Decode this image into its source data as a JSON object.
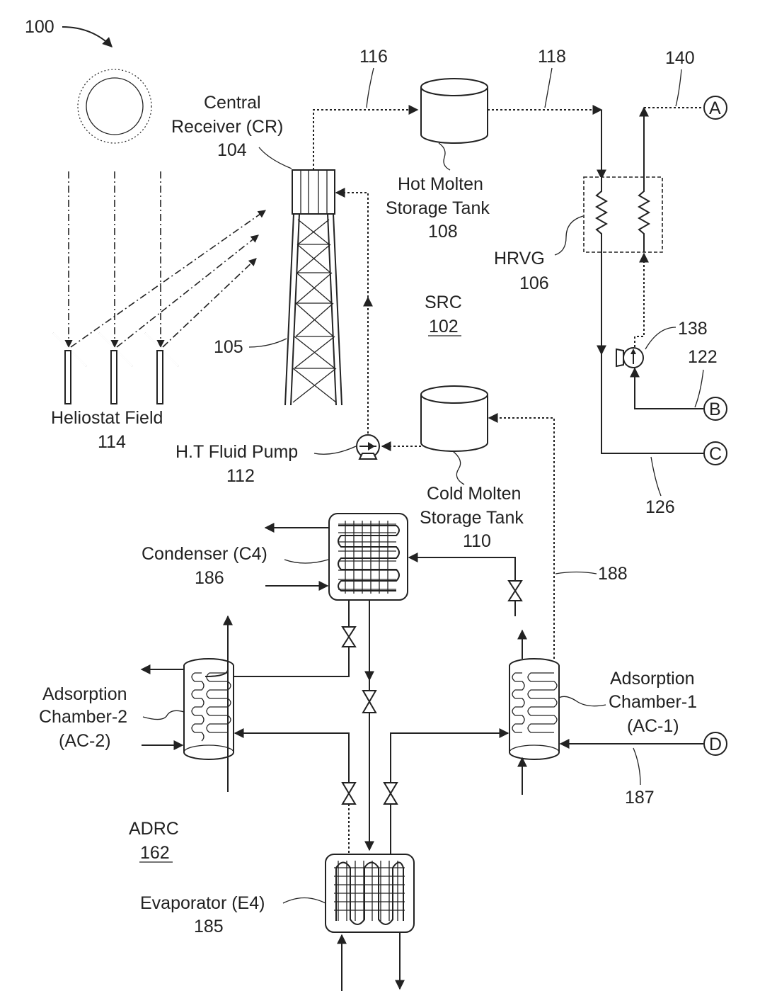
{
  "labels": {
    "fig": "100",
    "central_receiver_1": "Central",
    "central_receiver_2": "Receiver (CR)",
    "central_receiver_num": "104",
    "tower_num": "105",
    "heliostat_1": "Heliostat Field",
    "heliostat_num": "114",
    "pump_1": "H.T Fluid Pump",
    "pump_num": "112",
    "hot_tank_1": "Hot Molten",
    "hot_tank_2": "Storage Tank",
    "hot_tank_num": "108",
    "src": "SRC",
    "src_num": "102",
    "cold_tank_1": "Cold Molten",
    "cold_tank_2": "Storage Tank",
    "cold_tank_num": "110",
    "hrvg": "HRVG",
    "hrvg_num": "106",
    "line_116": "116",
    "line_118": "118",
    "line_140": "140",
    "pump_138": "138",
    "line_122": "122",
    "line_126": "126",
    "line_188": "188",
    "line_187": "187",
    "node_a": "A",
    "node_b": "B",
    "node_c": "C",
    "node_d": "D",
    "condenser_1": "Condenser (C4)",
    "condenser_num": "186",
    "ac2_1": "Adsorption",
    "ac2_2": "Chamber-2",
    "ac2_3": "(AC-2)",
    "ac1_1": "Adsorption",
    "ac1_2": "Chamber-1",
    "ac1_3": "(AC-1)",
    "adrc": "ADRC",
    "adrc_num": "162",
    "evap_1": "Evaporator (E4)",
    "evap_num": "185"
  }
}
